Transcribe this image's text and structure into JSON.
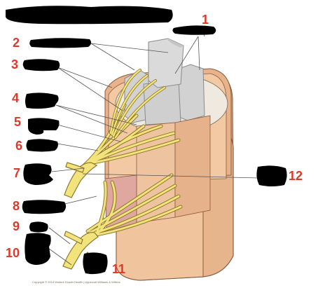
{
  "labels": [
    {
      "id": "1",
      "text": "1"
    },
    {
      "id": "2",
      "text": "2"
    },
    {
      "id": "3",
      "text": "3"
    },
    {
      "id": "4",
      "text": "4"
    },
    {
      "id": "5",
      "text": "5"
    },
    {
      "id": "6",
      "text": "6"
    },
    {
      "id": "7",
      "text": "7"
    },
    {
      "id": "8",
      "text": "8"
    },
    {
      "id": "9",
      "text": "9"
    },
    {
      "id": "10",
      "text": "10"
    },
    {
      "id": "11",
      "text": "11"
    },
    {
      "id": "12",
      "text": "12"
    }
  ],
  "copyright": "Copyright © 2014 Wolters Kluwer Health | Lippincott Williams & Wilkins",
  "colors": {
    "number": "#d93a2b",
    "redaction": "#000000",
    "nerve": "#f0e07a",
    "meninges": "#e9bd94",
    "gray_matter": "#d6d6d6",
    "white_matter": "#f1ece4"
  }
}
